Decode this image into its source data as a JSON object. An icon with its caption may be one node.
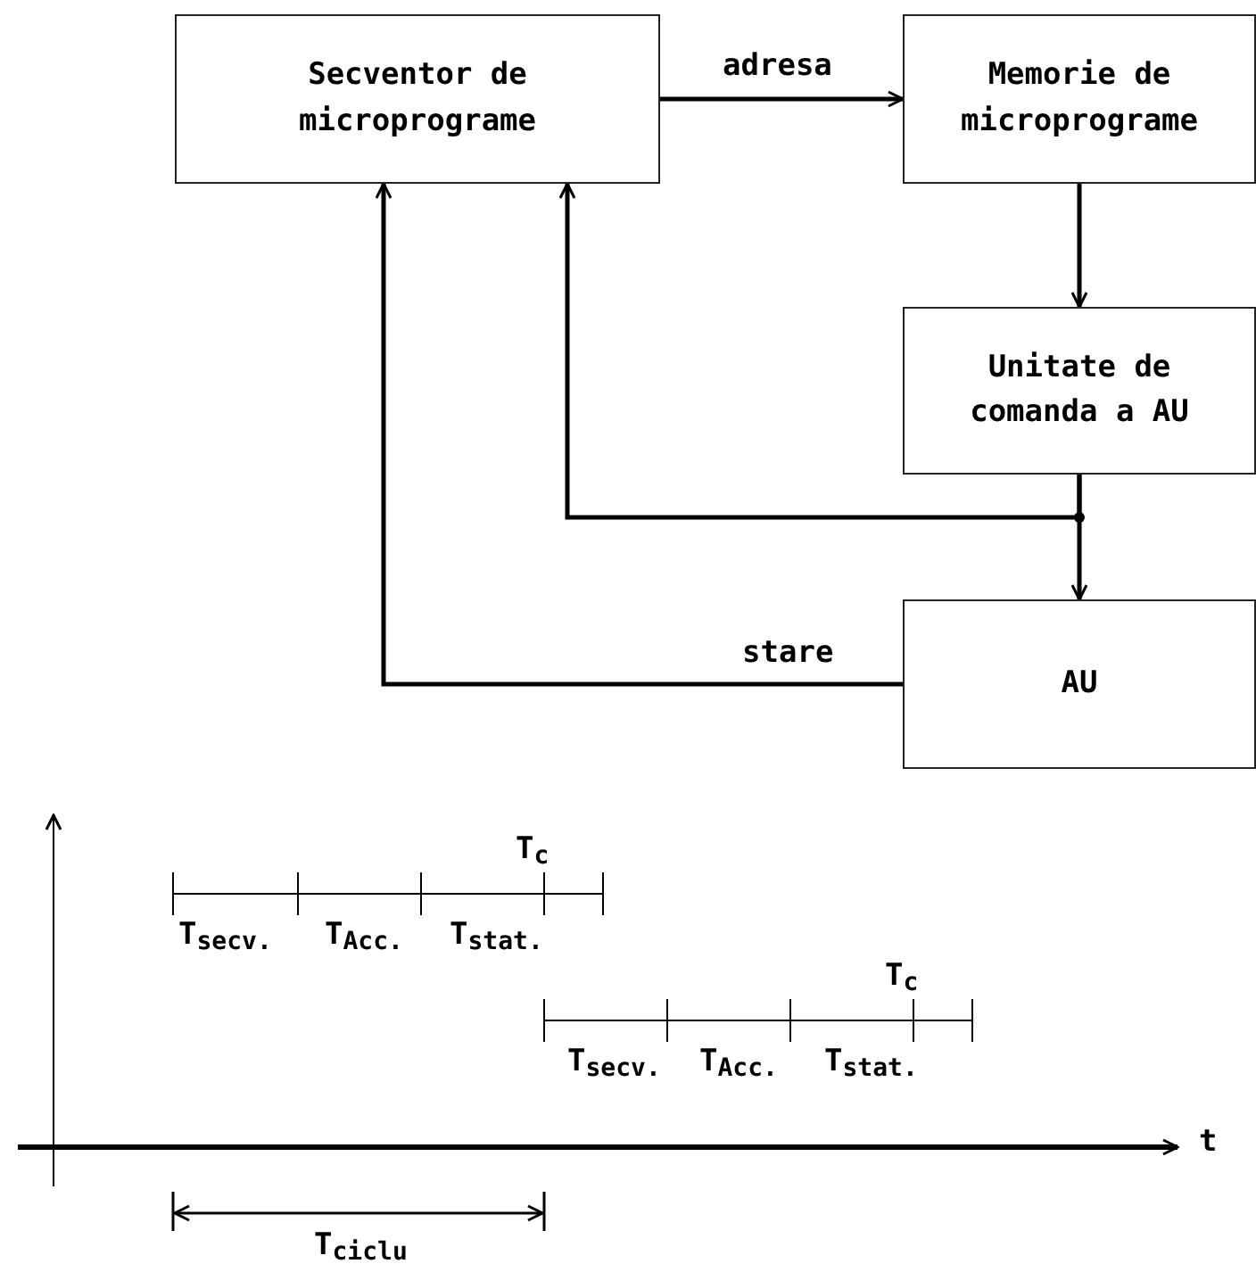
{
  "diagram": {
    "nodes": [
      {
        "text": [
          "Secventor de microprograme"
        ]
      },
      {
        "text": [
          "Memorie de microprograme"
        ]
      },
      {
        "text": [
          "Unitate de comanda a AU"
        ]
      },
      {
        "text": [
          "AU"
        ]
      }
    ],
    "edges": [
      {
        "from": 0,
        "to": 1,
        "arrow": "to",
        "label": "adresa"
      },
      {
        "from": 1,
        "to": 2,
        "arrow": "to"
      },
      {
        "from": 2,
        "to": 0,
        "arrow": "to"
      },
      {
        "from": 2,
        "to": 3,
        "arrow": "to"
      },
      {
        "from": 3,
        "to": 0,
        "arrow": "to",
        "label": "stare"
      }
    ],
    "labels": [
      "T$_{c}$",
      "T$_{secv.}$",
      "T$_{Acc.}$",
      "T$_{stat.}$",
      "T$_{c}$",
      "T$_{secv.}$",
      "T$_{Acc.}$",
      "T$_{stat.}$",
      "t",
      "T$_{ciclu}$"
    ]
  }
}
